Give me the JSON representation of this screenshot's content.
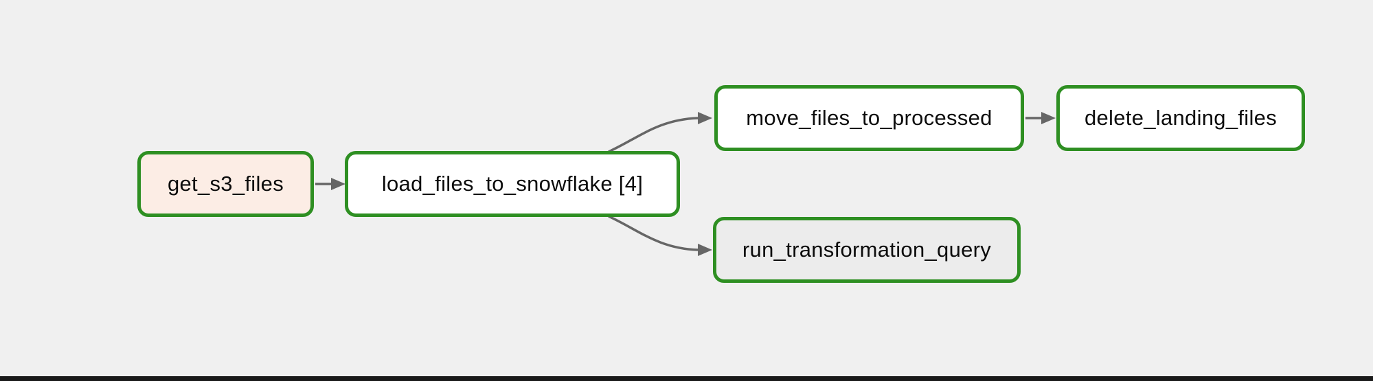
{
  "diagram": {
    "type": "dag-graph",
    "colors": {
      "background": "#f0f0f0",
      "node_border": "#2e8f22",
      "edge": "#666666",
      "text": "#0c0c0c",
      "bottom_bar": "#1a1a1a",
      "fill_white": "#ffffff",
      "fill_peach": "#fcede5",
      "fill_gray": "#ececec"
    },
    "nodes": [
      {
        "id": "get_s3_files",
        "label": "get_s3_files",
        "fill": "#fcede5"
      },
      {
        "id": "load_files_to_snowflake",
        "label": "load_files_to_snowflake [4]",
        "fill": "#ffffff"
      },
      {
        "id": "move_files_to_processed",
        "label": "move_files_to_processed",
        "fill": "#ffffff"
      },
      {
        "id": "delete_landing_files",
        "label": "delete_landing_files",
        "fill": "#ffffff"
      },
      {
        "id": "run_transformation_query",
        "label": "run_transformation_query",
        "fill": "#ececec"
      }
    ],
    "edges": [
      {
        "from": "get_s3_files",
        "to": "load_files_to_snowflake"
      },
      {
        "from": "load_files_to_snowflake",
        "to": "move_files_to_processed"
      },
      {
        "from": "load_files_to_snowflake",
        "to": "run_transformation_query"
      },
      {
        "from": "move_files_to_processed",
        "to": "delete_landing_files"
      }
    ]
  }
}
